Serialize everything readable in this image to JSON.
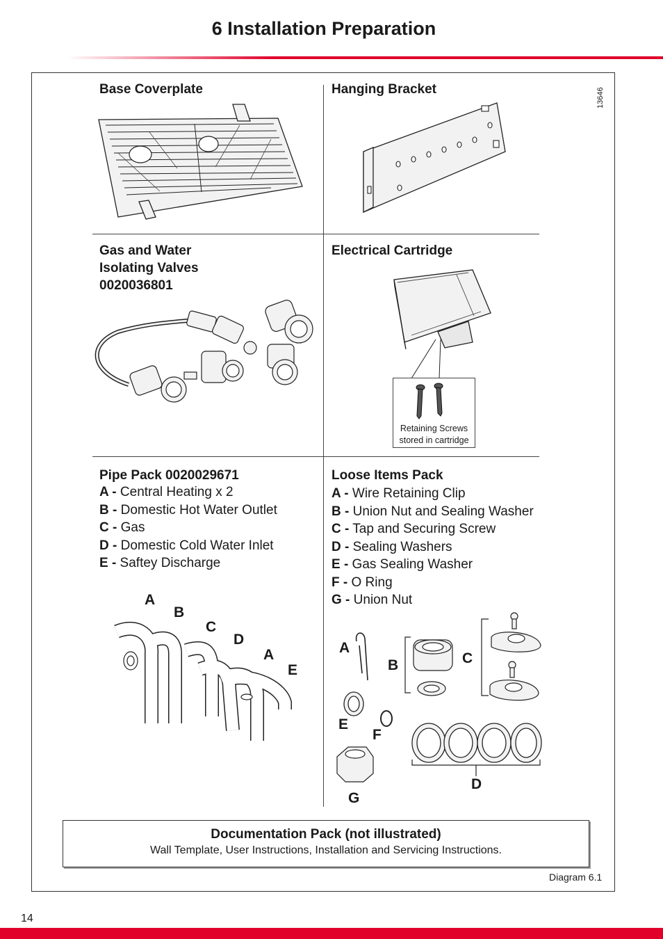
{
  "header": {
    "title": "6  Installation Preparation"
  },
  "drawing_code": "13646",
  "sections": {
    "base_coverplate": {
      "title": "Base Coverplate"
    },
    "hanging_bracket": {
      "title": "Hanging Bracket"
    },
    "valves": {
      "title_lines": [
        "Gas and Water",
        "Isolating Valves",
        "0020036801"
      ]
    },
    "cartridge": {
      "title": "Electrical Cartridge",
      "caption_lines": [
        "Retaining Screws",
        "stored in cartridge"
      ]
    },
    "pipe_pack": {
      "title": "Pipe Pack 0020029671",
      "items": [
        {
          "key": "A -",
          "text": " Central Heating x 2"
        },
        {
          "key": "B -",
          "text": " Domestic Hot Water Outlet"
        },
        {
          "key": "C -",
          "text": " Gas"
        },
        {
          "key": "D -",
          "text": " Domestic Cold Water Inlet"
        },
        {
          "key": "E -",
          "text": " Saftey Discharge"
        }
      ],
      "labels": [
        "A",
        "B",
        "C",
        "D",
        "A",
        "E"
      ]
    },
    "loose_items": {
      "title": "Loose Items Pack",
      "items": [
        {
          "key": "A -",
          "text": " Wire Retaining Clip"
        },
        {
          "key": "B -",
          "text": " Union Nut and Sealing Washer"
        },
        {
          "key": "C -",
          "text": " Tap and Securing Screw"
        },
        {
          "key": "D -",
          "text": " Sealing Washers"
        },
        {
          "key": "E -",
          "text": " Gas Sealing Washer"
        },
        {
          "key": "F -",
          "text": " O Ring"
        },
        {
          "key": "G -",
          "text": " Union Nut"
        }
      ],
      "labels": [
        "A",
        "B",
        "C",
        "E",
        "F",
        "G",
        "D"
      ]
    }
  },
  "documentation": {
    "title": "Documentation Pack (not illustrated)",
    "description": "Wall Template, User Instructions, Installation and Servicing Instructions."
  },
  "diagram_label": "Diagram 6.1",
  "page_number": "14",
  "colors": {
    "accent": "#e0002a",
    "line": "#333333",
    "fill_light": "#f2f2f2"
  }
}
